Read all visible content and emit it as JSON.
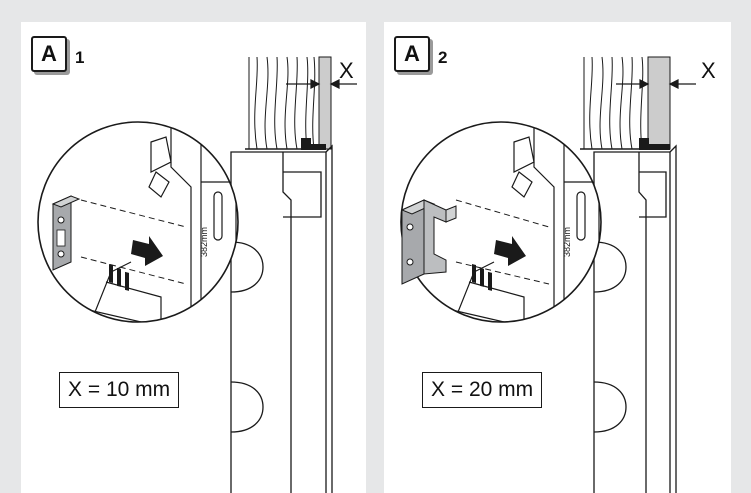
{
  "panels": [
    {
      "tag": "A",
      "step": "1",
      "dimension_label": "X",
      "dimension_value": "X = 10 mm",
      "clip_type": "flat-clip"
    },
    {
      "tag": "A",
      "step": "2",
      "dimension_label": "X",
      "dimension_value": "X = 20 mm",
      "clip_type": "spacer-clip"
    }
  ],
  "scale_text": "382mm",
  "colors": {
    "background": "#e6e7e8",
    "panel": "#ffffff",
    "line": "#1a1a1a",
    "part_grey": "#a7a9ac",
    "shaft_grey": "#cccccc"
  }
}
